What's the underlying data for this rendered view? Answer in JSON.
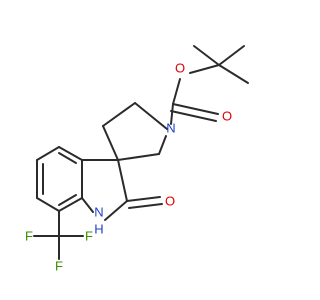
{
  "structure": {
    "colors": {
      "carbon_bond": "#2b2b2b",
      "oxygen": "#e00000",
      "nitrogen": "#1f3fd1",
      "fluorine": "#3b8c00"
    },
    "labels": {
      "ester_oxygen": "O",
      "carbonyl_oxygen_carbamate": "O",
      "pyrrolidine_nitrogen": "N",
      "lactam_oxygen": "O",
      "lactam_nitrogen": "N",
      "lactam_hydrogen": "H",
      "fluorine_left": "F",
      "fluorine_right": "F",
      "fluorine_bottom": "F"
    }
  }
}
